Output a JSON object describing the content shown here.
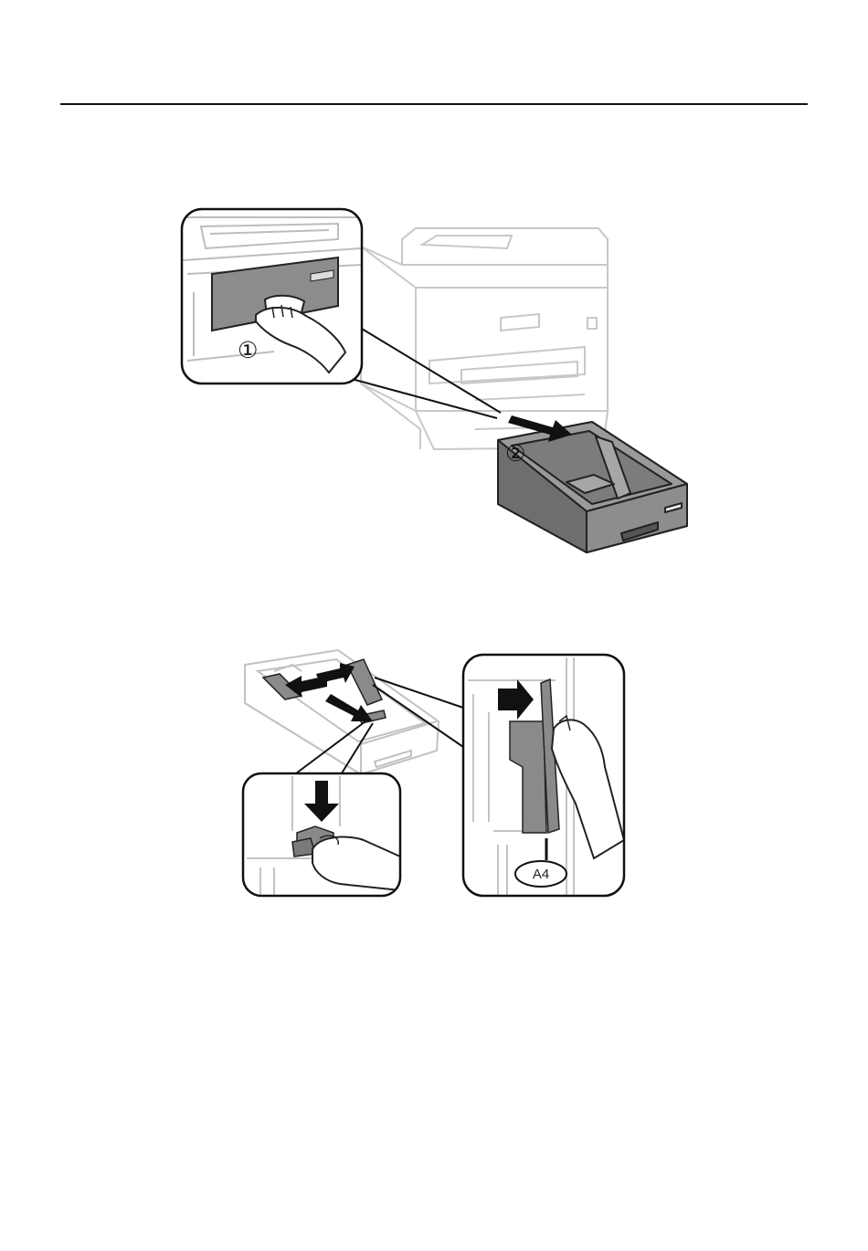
{
  "figure1": {
    "step1_label": "①",
    "step2_label": "②"
  },
  "figure2": {
    "paper_size_label": "A4"
  }
}
